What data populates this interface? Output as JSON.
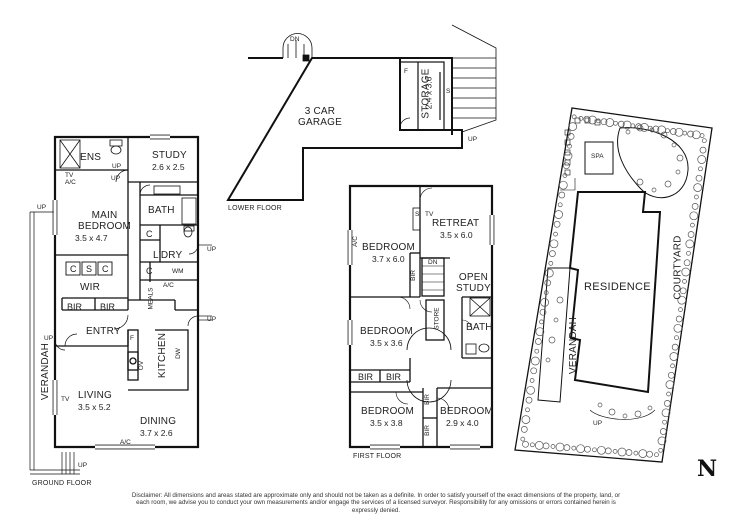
{
  "ground_floor": {
    "title": "GROUND FLOOR",
    "ens": "ENS",
    "tv_ac": "TV\nA/C",
    "study": "STUDY",
    "study_dim": "2.6 x 2.5",
    "main_bedroom": "MAIN\nBEDROOM",
    "main_bedroom_dim": "3.5 x 4.7",
    "bath": "BATH",
    "c1": "C",
    "c2": "C",
    "laundry": "L'DRY",
    "wm": "WM",
    "csc_1": "C",
    "csc_2": "S",
    "csc_3": "C",
    "wir": "WIR",
    "meals": "MEALS",
    "ac_meals": "A/C",
    "bir_1": "BIR",
    "bir_2": "BIR",
    "entry": "ENTRY",
    "kitchen": "KITCHEN",
    "f": "F",
    "ov": "OV",
    "dw": "DW",
    "verandah": "VERANDAH",
    "tv": "TV",
    "living": "LIVING",
    "living_dim": "3.5 x 5.2",
    "dining": "DINING",
    "dining_dim": "3.7 x 2.6",
    "ac_dining": "A/C",
    "up_1": "UP",
    "up_2": "UP",
    "up_3": "UP",
    "up_4": "UP",
    "up_5": "UP",
    "up_6": "UP",
    "up_7": "UP"
  },
  "lower_floor": {
    "title": "LOWER FLOOR",
    "dn": "DN",
    "garage": "3 CAR\nGARAGE",
    "storage": "STORAGE",
    "storage_dim": "2.4 x 3.6",
    "f": "F",
    "s": "S",
    "up": "UP"
  },
  "first_floor": {
    "title": "FIRST FLOOR",
    "retreat": "RETREAT",
    "retreat_dim": "3.5 x 6.0",
    "s": "S",
    "tv": "TV",
    "ac": "A/C",
    "bedroom_1": "BEDROOM",
    "bedroom_1_dim": "3.7 x 6.0",
    "dn": "DN",
    "bir_v": "BIR",
    "open_study": "OPEN\nSTUDY",
    "bedroom_2": "BEDROOM",
    "bedroom_2_dim": "3.5 x 3.6",
    "store": "STORE",
    "bath": "BATH",
    "bir_a": "BIR",
    "bir_b": "BIR",
    "bedroom_3": "BEDROOM",
    "bedroom_3_dim": "3.5 x 3.8",
    "bir_c": "BIR",
    "bir_d": "BIR",
    "bedroom_4": "BEDROOM",
    "bedroom_4_dim": "2.9 x 4.0"
  },
  "site_plan": {
    "spa": "SPA",
    "residence": "RESIDENCE",
    "courtyard": "COURTYARD",
    "verandah": "VERANDAH",
    "up": "UP"
  },
  "north_label": "N",
  "disclaimer": "Disclaimer: All dimensions and areas stated are approximate only and should not be taken as a definite. In order to satisfy yourself of the exact dimensions of the property, land, or each room, we advise you to conduct your own measurements and/or engage the services of a licensed surveyor. Responsibility for any omissions or errors contained herein is expressly denied.",
  "colors": {
    "wall": "#111111",
    "tree": "#555555",
    "fill": "#ffffff"
  }
}
